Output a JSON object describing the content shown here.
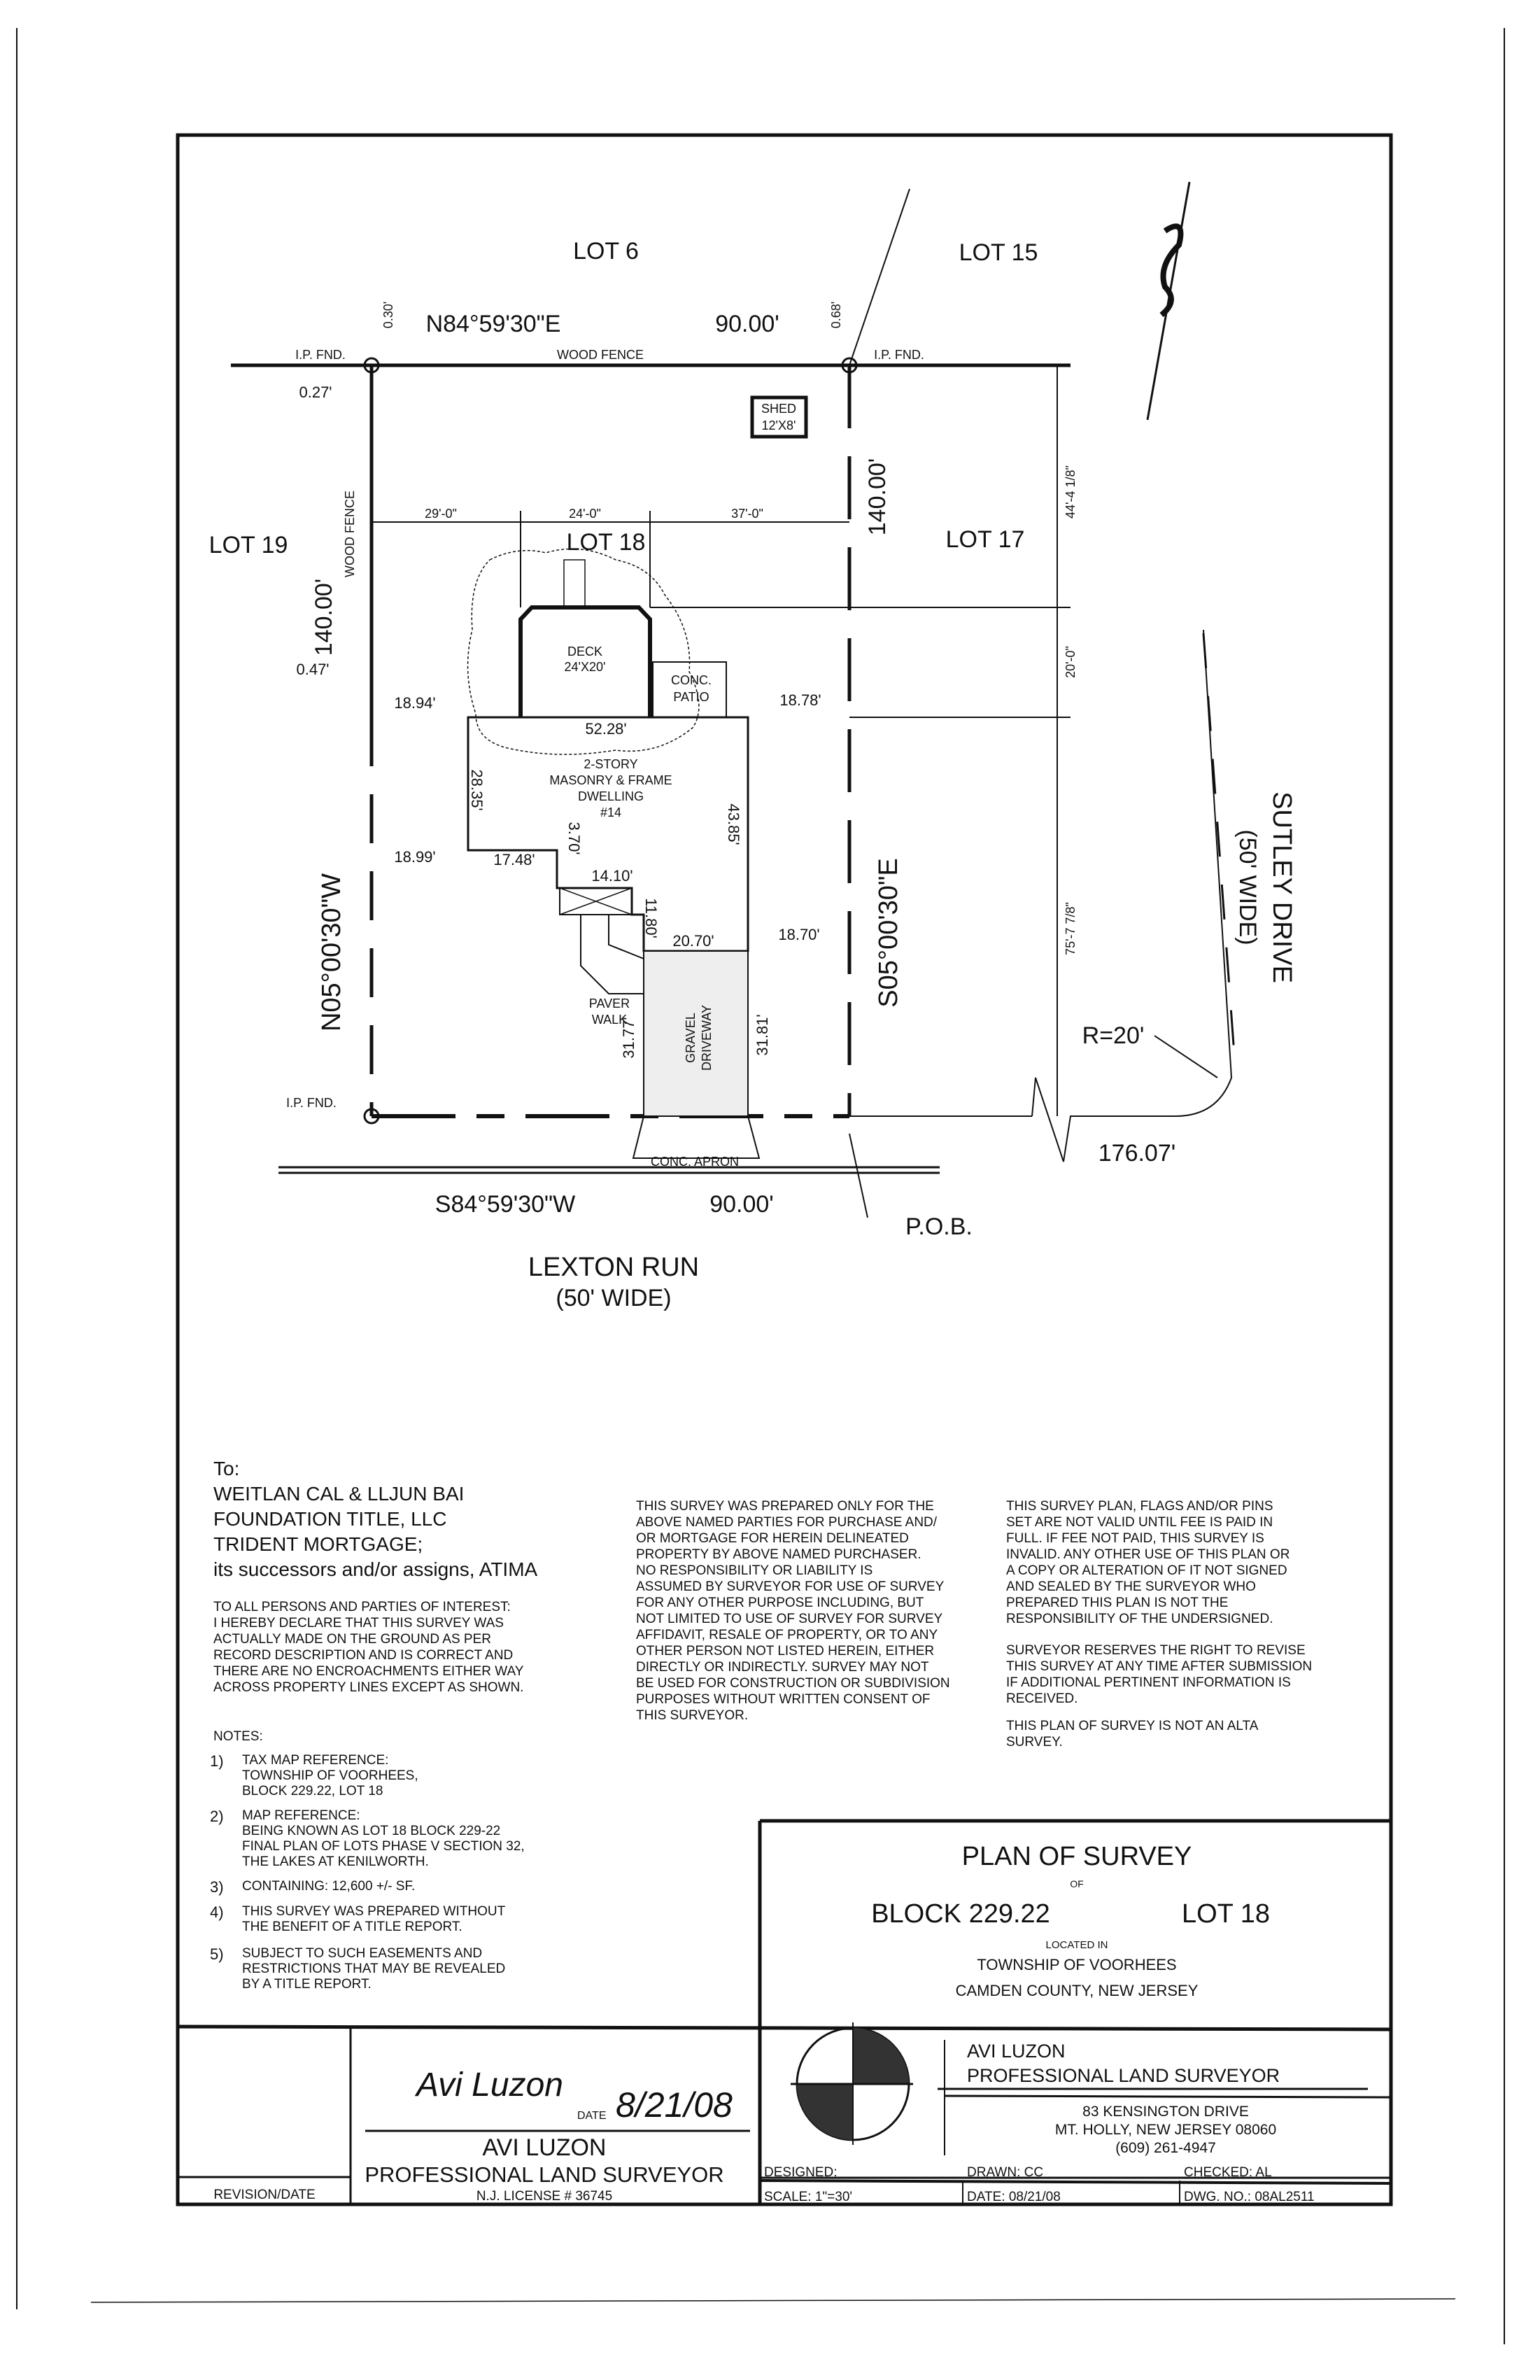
{
  "drawing": {
    "lots": {
      "lot6": "LOT 6",
      "lot15": "LOT 15",
      "lot19": "LOT 19",
      "lot18": "LOT 18",
      "lot17": "LOT 17"
    },
    "top_bearing": "N84°59'30\"E",
    "top_distance": "90.00'",
    "bottom_bearing": "S84°59'30\"W",
    "bottom_distance": "90.00'",
    "left_bearing": "N05°00'30\"W",
    "right_bearing": "S05°00'30\"E",
    "left_distance": "140.00'",
    "right_distance": "140.00'",
    "ip_fnd": "I.P. FND.",
    "wood_fence": "WOOD FENCE",
    "offsets": {
      "top_left": "0.30'",
      "top_right": "0.68'",
      "left_upper": "0.27'",
      "left_lower": "0.47'"
    },
    "shed": {
      "label": "SHED",
      "size": "12'X8'"
    },
    "setback_dims": {
      "a": "29'-0\"",
      "b": "24'-0\"",
      "c": "37'-0\""
    },
    "side_dims": {
      "a": "44'-4 1/8\"",
      "b": "20'-0\"",
      "c": "75'-7 7/8\""
    },
    "deck": {
      "label": "DECK",
      "size": "24'X20'"
    },
    "patio": {
      "line1": "CONC.",
      "line2": "PATIO"
    },
    "house_dims": {
      "left_front": "18.94'",
      "right_front": "18.78'",
      "rear": "52.28'",
      "left_side": "28.35'",
      "right_side": "43.85'",
      "left_lower": "18.99'",
      "step": "17.48'",
      "jog": "3.70'",
      "stoop": "14.10'",
      "stoop_side": "11.80'",
      "garage": "20.70'",
      "right_lower": "18.70'"
    },
    "dwelling": [
      "2-STORY",
      "MASONRY & FRAME",
      "DWELLING",
      "#14"
    ],
    "paver": {
      "line1": "PAVER",
      "line2": "WALK"
    },
    "driveway": {
      "line1": "GRAVEL",
      "line2": "DRIVEWAY",
      "left": "31.77'",
      "right": "31.81'"
    },
    "apron": "CONC. APRON",
    "sutley": {
      "name": "SUTLEY DRIVE",
      "width": "(50' WIDE)"
    },
    "radius": "R=20'",
    "corner_distance": "176.07'",
    "pob": "P.O.B.",
    "lexton": {
      "name": "LEXTON RUN",
      "width": "(50' WIDE)"
    }
  },
  "to_block": [
    "To:",
    "WEITLAN CAL & LLJUN BAI",
    "FOUNDATION TITLE, LLC",
    "TRIDENT MORTGAGE;",
    "its successors and/or assigns, ATIMA"
  ],
  "declaration": [
    "TO ALL PERSONS AND PARTIES OF INTEREST:",
    "I HEREBY DECLARE THAT THIS SURVEY WAS",
    "ACTUALLY MADE ON THE GROUND AS PER",
    "RECORD DESCRIPTION AND IS CORRECT AND",
    "THERE ARE NO ENCROACHMENTS EITHER WAY",
    "ACROSS PROPERTY LINES EXCEPT AS SHOWN."
  ],
  "disclaimer": [
    "THIS SURVEY WAS PREPARED ONLY FOR THE",
    "ABOVE NAMED PARTIES FOR PURCHASE AND/",
    "OR MORTGAGE FOR HEREIN DELINEATED",
    "PROPERTY BY ABOVE NAMED PURCHASER.",
    "NO RESPONSIBILITY OR LIABILITY IS",
    "ASSUMED BY SURVEYOR FOR USE OF SURVEY",
    "FOR ANY OTHER PURPOSE INCLUDING, BUT",
    "NOT LIMITED TO USE OF SURVEY FOR SURVEY",
    "AFFIDAVIT, RESALE OF PROPERTY, OR TO ANY",
    "OTHER PERSON NOT LISTED HEREIN, EITHER",
    "DIRECTLY OR INDIRECTLY. SURVEY MAY NOT",
    "BE USED FOR CONSTRUCTION OR SUBDIVISION",
    "PURPOSES WITHOUT WRITTEN CONSENT OF",
    "THIS SURVEYOR."
  ],
  "fee_note": [
    "THIS SURVEY PLAN, FLAGS AND/OR PINS",
    "SET ARE NOT VALID UNTIL FEE IS PAID IN",
    "FULL. IF FEE NOT PAID, THIS SURVEY IS",
    "INVALID. ANY OTHER USE OF THIS PLAN OR",
    "A COPY OR ALTERATION OF IT NOT SIGNED",
    "AND SEALED BY THE SURVEYOR WHO",
    "PREPARED THIS PLAN IS NOT THE",
    "RESPONSIBILITY OF THE UNDERSIGNED."
  ],
  "revise_note": [
    "SURVEYOR RESERVES THE RIGHT TO REVISE",
    "THIS SURVEY AT ANY TIME AFTER SUBMISSION",
    "IF ADDITIONAL PERTINENT INFORMATION IS",
    "RECEIVED."
  ],
  "alta_note": [
    "THIS PLAN OF SURVEY IS NOT AN ALTA",
    "SURVEY."
  ],
  "notes": {
    "title": "NOTES:",
    "items": [
      {
        "num": "1)",
        "lines": [
          "TAX MAP REFERENCE:",
          "TOWNSHIP OF VOORHEES,",
          "BLOCK 229.22, LOT 18"
        ]
      },
      {
        "num": "2)",
        "lines": [
          "MAP REFERENCE:",
          "BEING KNOWN AS LOT 18 BLOCK 229-22",
          "FINAL PLAN OF LOTS PHASE V SECTION 32,",
          "THE LAKES AT KENILWORTH."
        ]
      },
      {
        "num": "3)",
        "lines": [
          "CONTAINING:   12,600  +/- SF."
        ]
      },
      {
        "num": "4)",
        "lines": [
          "THIS SURVEY WAS PREPARED WITHOUT",
          "THE BENEFIT OF A TITLE REPORT."
        ]
      },
      {
        "num": "5)",
        "lines": [
          "SUBJECT TO SUCH EASEMENTS AND",
          "RESTRICTIONS THAT MAY BE REVEALED",
          "BY A TITLE REPORT."
        ]
      }
    ]
  },
  "title_block": {
    "title": "PLAN OF SURVEY",
    "of": "OF",
    "block": "BLOCK 229.22",
    "lot": "LOT 18",
    "located_in": "LOCATED IN",
    "township": "TOWNSHIP OF VOORHEES",
    "county": "CAMDEN COUNTY, NEW JERSEY"
  },
  "signature": {
    "signature": "Avi Luzon",
    "date_label": "DATE",
    "date": "8/21/08",
    "name": "AVI LUZON",
    "title": "PROFESSIONAL LAND SURVEYOR",
    "license": "N.J. LICENSE # 36745"
  },
  "revision_label": "REVISION/DATE",
  "firm": {
    "name": "AVI LUZON",
    "title": "PROFESSIONAL LAND SURVEYOR",
    "address1": "83 KENSINGTON DRIVE",
    "address2": "MT. HOLLY, NEW JERSEY 08060",
    "phone": "(609) 261-4947"
  },
  "meta": {
    "designed": "DESIGNED:",
    "drawn": "DRAWN: CC",
    "checked": "CHECKED: AL",
    "scale": "SCALE: 1\"=30'",
    "date": "DATE:  08/21/08",
    "dwg": "DWG. NO.: 08AL2511"
  }
}
